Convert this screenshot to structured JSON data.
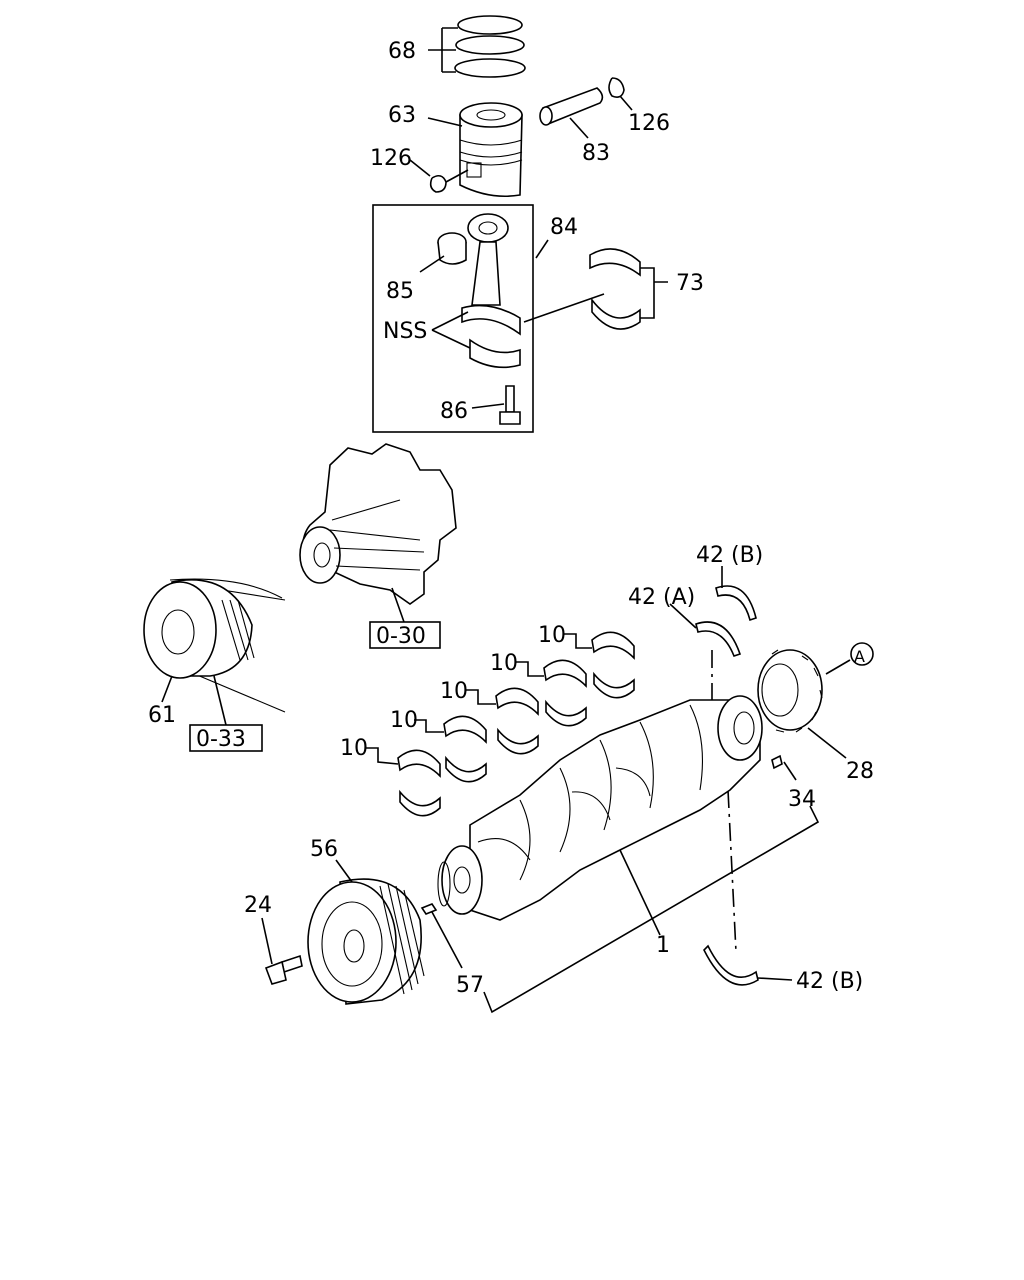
{
  "callouts": {
    "c68": "68",
    "c63": "63",
    "c126_right": "126",
    "c126_left": "126",
    "c83": "83",
    "c84": "84",
    "c85": "85",
    "c73": "73",
    "c_nss": "NSS",
    "c86": "86",
    "c42b_top": "42 (B)",
    "c42a": "42 (A)",
    "c10_1": "10",
    "c10_2": "10",
    "c10_3": "10",
    "c10_4": "10",
    "c10_5": "10",
    "c_a": "A",
    "c28": "28",
    "c34": "34",
    "c61": "61",
    "c56": "56",
    "c24": "24",
    "c57": "57",
    "c1": "1",
    "c42b_bottom": "42 (B)"
  },
  "references": {
    "ref_030": "0-30",
    "ref_033": "0-33"
  }
}
